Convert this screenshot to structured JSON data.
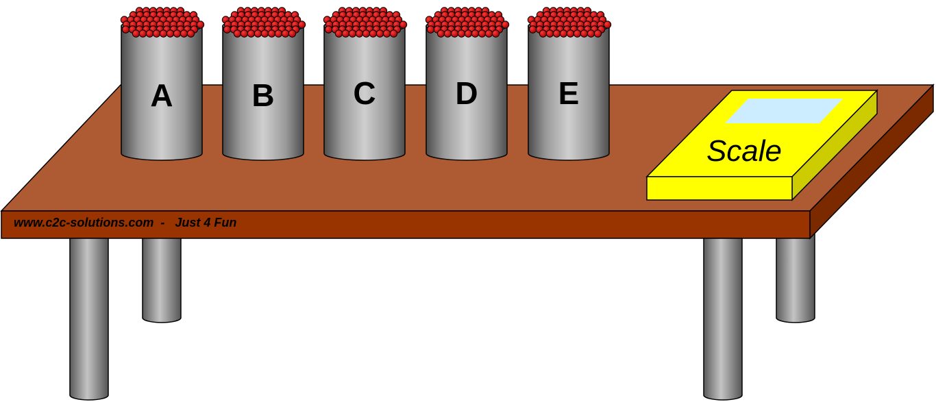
{
  "jars": [
    {
      "label": "A"
    },
    {
      "label": "B"
    },
    {
      "label": "C"
    },
    {
      "label": "D"
    },
    {
      "label": "E"
    }
  ],
  "scale": {
    "label": "Scale"
  },
  "table": {
    "footer_text": "www.c2c-solutions.com  -   Just 4 Fun"
  },
  "colors": {
    "table_top": "#AE5A33",
    "table_front": "#993300",
    "table_side": "#7B2A00",
    "scale_top": "#FFFF00",
    "scale_side": "#CCCC00",
    "scale_display": "#CCECFF",
    "ball": "#CC0000",
    "jar_light": "#C8C8C8",
    "jar_dark": "#5A5A5A"
  },
  "icons": {
    "ball": "red-ball-icon"
  }
}
